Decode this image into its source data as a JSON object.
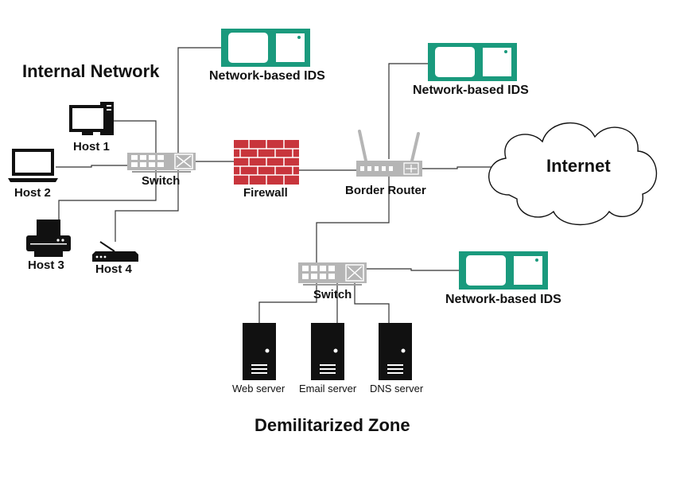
{
  "zones": {
    "internal": "Internal Network",
    "dmz": "Demilitarized Zone"
  },
  "hosts": {
    "host1": "Host 1",
    "host2": "Host 2",
    "host3": "Host 3",
    "host4": "Host 4"
  },
  "devices": {
    "switch_internal": "Switch",
    "switch_dmz": "Switch",
    "firewall": "Firewall",
    "router": "Border Router",
    "internet": "Internet"
  },
  "ids": {
    "top_left": "Network-based IDS",
    "top_right": "Network-based IDS",
    "dmz": "Network-based IDS"
  },
  "servers": {
    "web": "Web server",
    "email": "Email server",
    "dns": "DNS server"
  },
  "colors": {
    "ids_teal": "#1a9a7d",
    "firewall_red": "#c8353c",
    "switch_gray": "#b5b5b5"
  }
}
